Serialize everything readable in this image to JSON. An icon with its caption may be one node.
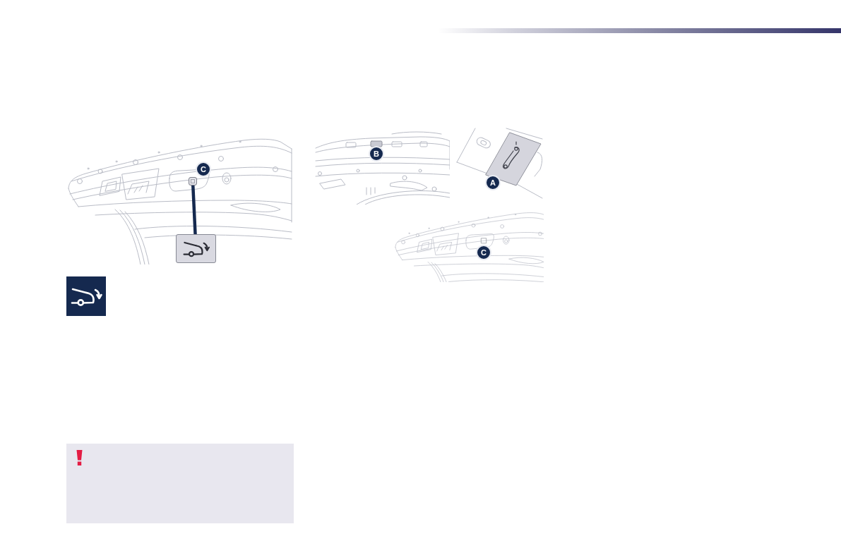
{
  "diagram": {
    "nodes": [
      {
        "text": [],
        "shape": "box"
      },
      {
        "text": [],
        "shape": "box"
      }
    ],
    "edges": [
      {
        "from": 0,
        "to": 1,
        "arrow": "none"
      }
    ],
    "labels": [
      "C",
      "B",
      "A",
      "C"
    ]
  }
}
